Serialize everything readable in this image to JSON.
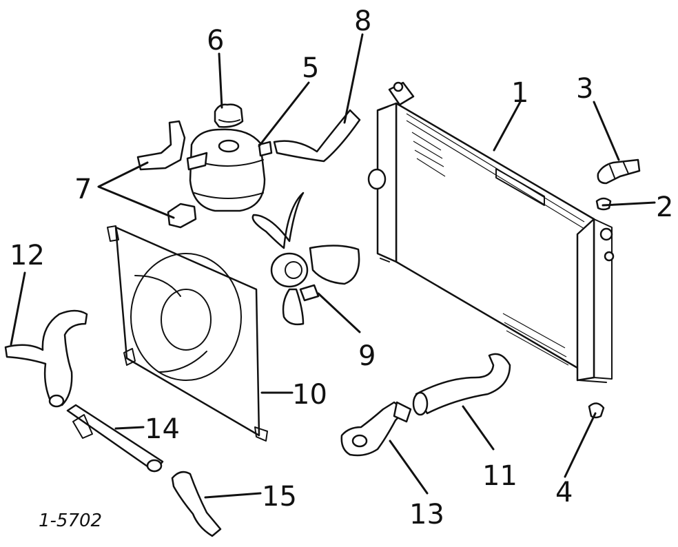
{
  "figure_code": "1-5702",
  "callouts": {
    "c1": "1",
    "c2": "2",
    "c3": "3",
    "c4": "4",
    "c5": "5",
    "c6": "6",
    "c7": "7",
    "c8": "8",
    "c9": "9",
    "c10": "10",
    "c11": "11",
    "c12": "12",
    "c13": "13",
    "c14": "14",
    "c15": "15"
  },
  "colors": {
    "ink": "#111111",
    "paper": "#ffffff"
  }
}
